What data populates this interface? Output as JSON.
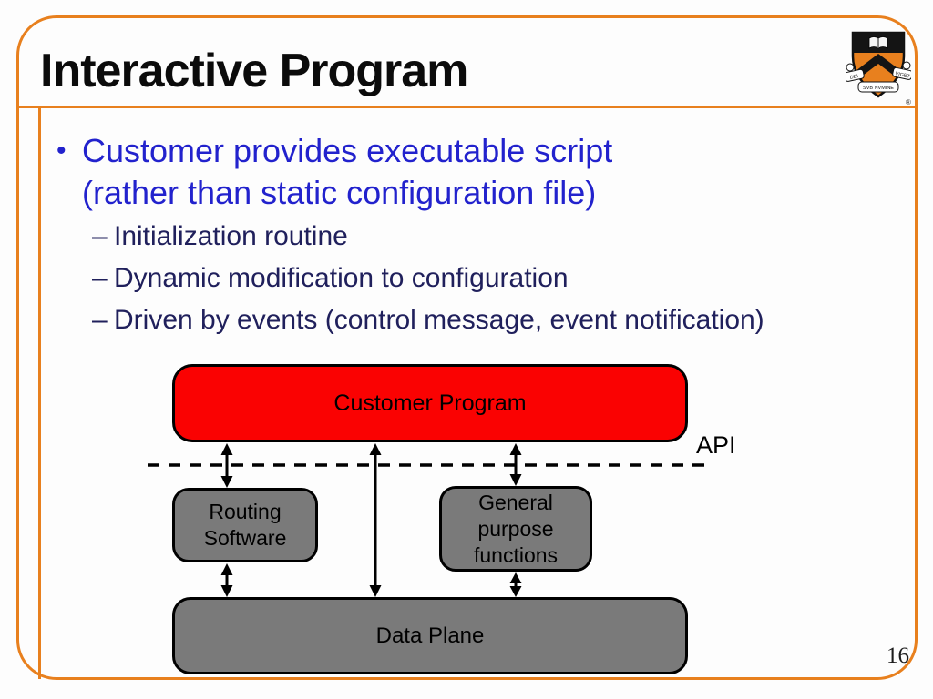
{
  "slide": {
    "title": "Interactive Program",
    "page_number": "16",
    "bullets": {
      "marker": "•",
      "line1": "Customer provides executable script",
      "line2": "(rather than static configuration file)",
      "sub_marker": "–",
      "sub_items": [
        "Initialization routine",
        "Dynamic modification to configuration",
        "Driven by events (control message, event notification)"
      ]
    },
    "diagram": {
      "type": "block-diagram",
      "api_label": "API",
      "nodes": {
        "customer_program": "Customer Program",
        "routing_software": "Routing\nSoftware",
        "general_functions": "General\npurpose\nfunctions",
        "data_plane": "Data Plane"
      },
      "edges": [
        {
          "from": "customer_program",
          "to": "routing_software",
          "style": "double-arrow"
        },
        {
          "from": "customer_program",
          "to": "data_plane",
          "style": "double-arrow"
        },
        {
          "from": "customer_program",
          "to": "general_functions",
          "style": "double-arrow"
        },
        {
          "from": "routing_software",
          "to": "data_plane",
          "style": "double-arrow"
        },
        {
          "from": "general_functions",
          "to": "data_plane",
          "style": "double-arrow"
        }
      ],
      "boundary": "dashed line separating Customer Program (API) from lower layers"
    },
    "logo": {
      "name": "Princeton University shield",
      "motto_left": "DEI",
      "motto_center": "SVB NVMINE",
      "motto_right": "VIGET",
      "registered_mark": "®"
    },
    "colors": {
      "border_orange": "#E8801E",
      "bullet_blue": "#2222CD",
      "sub_bullet_navy": "#20205C",
      "node_red": "#FA0202",
      "node_gray": "#7A7A7A",
      "text_black": "#000000"
    }
  }
}
